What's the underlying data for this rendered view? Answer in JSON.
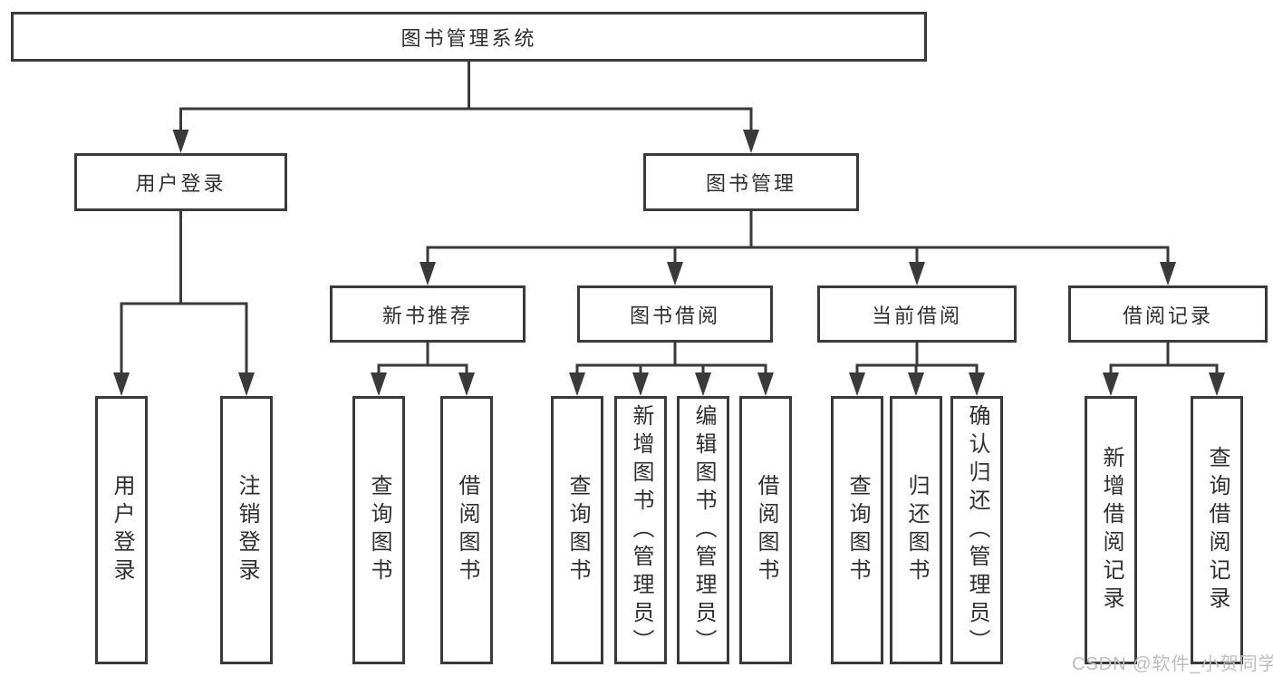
{
  "tree": {
    "label": "图书管理系统",
    "children": [
      {
        "label": "用户登录",
        "children": [
          {
            "label": "用户登录"
          },
          {
            "label": "注销登录"
          }
        ]
      },
      {
        "label": "图书管理",
        "children": [
          {
            "label": "新书推荐",
            "children": [
              {
                "label": "查询图书"
              },
              {
                "label": "借阅图书"
              }
            ]
          },
          {
            "label": "图书借阅",
            "children": [
              {
                "label": "查询图书"
              },
              {
                "label": "新增图书（管理员）"
              },
              {
                "label": "编辑图书（管理员）"
              },
              {
                "label": "借阅图书"
              }
            ]
          },
          {
            "label": "当前借阅",
            "children": [
              {
                "label": "查询图书"
              },
              {
                "label": "归还图书"
              },
              {
                "label": "确认归还（管理员）"
              }
            ]
          },
          {
            "label": "借阅记录",
            "children": [
              {
                "label": "新增借阅记录"
              },
              {
                "label": "查询借阅记录"
              }
            ]
          }
        ]
      }
    ]
  },
  "watermark": {
    "text": "CSDN @软件_小贺同学"
  },
  "colors": {
    "line": "#3a3a3a",
    "box_border": "#3a3a3a",
    "text": "#2f2f2f",
    "watermark": "#bdbdbd",
    "background": "#ffffff"
  }
}
